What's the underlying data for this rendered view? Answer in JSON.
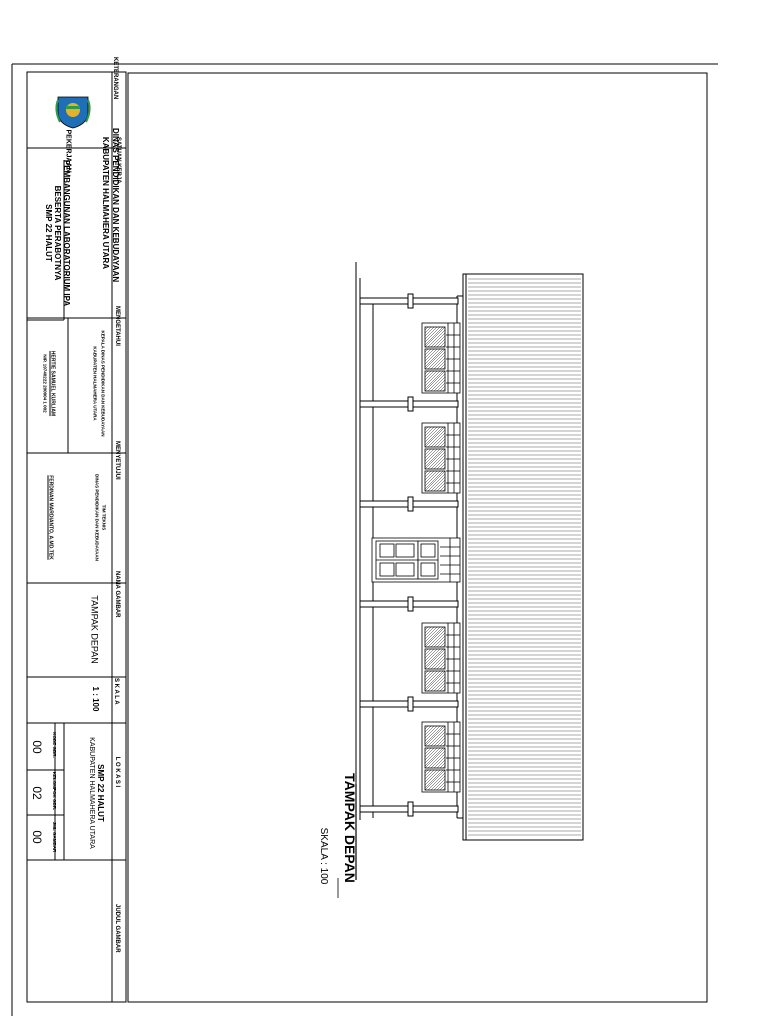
{
  "title_block": {
    "keterangan_label": "KETERANGAN",
    "satuan_kerja_label": "SATUAN KERJA",
    "agency_line1": "DINAS PENDIDIKAN DAN KEBUDAYAAN",
    "agency_line2": "KABUPATEN HALMAHERA UTARA",
    "pekerjaan_label": "PEKERJAAN :",
    "project_line1": "PEMBANGUNAN LABORATORIUM IPA",
    "project_line2": "BESERTA PERABOTNYA",
    "project_line3": "SMP 22 HALUT",
    "mengetahui_label": "MENGETAHUI",
    "mengetahui_line1": "KEPALA DINAS PENDIDIKAN DAN KEBUDAYAAN",
    "mengetahui_line2": "KABUPATEN HALMAHERA UTARA",
    "official_name": "HERTIE SAMUEL KURLIAM",
    "official_nip": "NIP. 19740222 200004 1 002",
    "menyetujui_label": "MENYETUJUI",
    "tim_teknis": "TIM TEKNIS",
    "menyetujui_agency": "DINAS PENDIDIKAN DAN KEBUDAYAAN",
    "approver_name": "FERDINAN MARDIANTO, A.MD.TEK",
    "nama_gambar_label": "NAMA GAMBAR",
    "nama_gambar": "TAMPAK DEPAN",
    "skala_label": "S K A L A",
    "skala_value": "1 : 100",
    "lokasi_label": "L O K A S I",
    "lokasi_line1": "SMP 22 HALUT",
    "lokasi_line2": "KABUPATEN HALMAHERA UTARA",
    "kode_label": "KODE GBR.",
    "kode_value": "00",
    "kelompok_label": "KELOMPOK GBR.",
    "kelompok_value": "02",
    "jumlah_label": "JML GAMBAR",
    "jumlah_value": "00",
    "judul_label": "JUDUL GAMBAR"
  },
  "drawing": {
    "view_title": "TAMPAK DEPAN",
    "view_scale": "SKALA : 100"
  },
  "colors": {
    "line": "#000000",
    "paper": "#ffffff",
    "logo_blue": "#1f6fb8",
    "logo_gold": "#e2b32a",
    "logo_green": "#2e9a4a"
  }
}
